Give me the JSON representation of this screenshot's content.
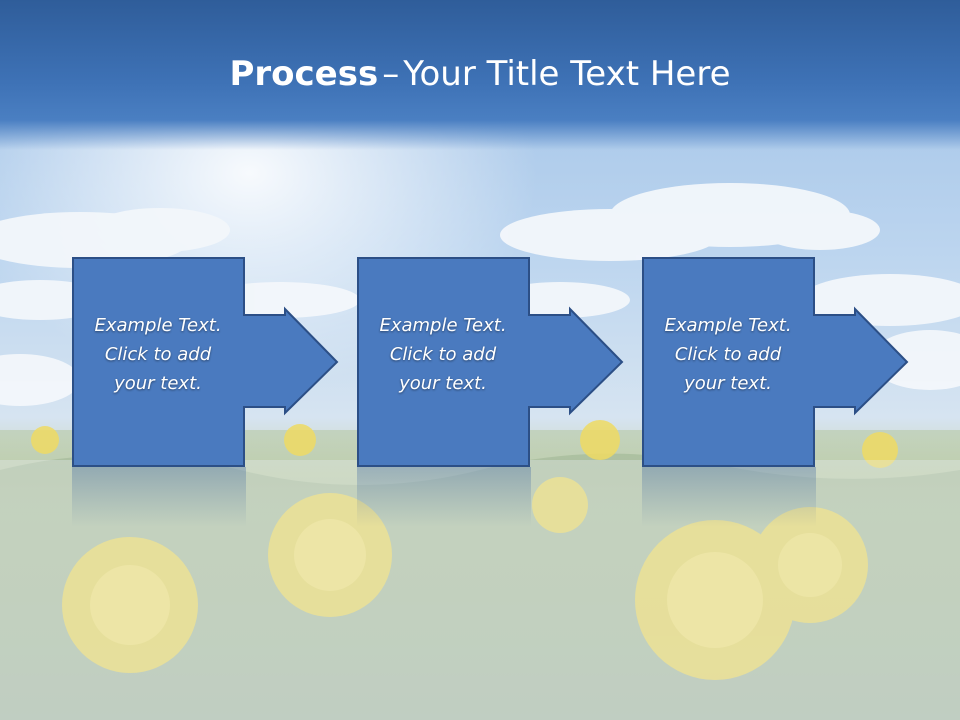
{
  "slide": {
    "title_bold": "Process",
    "title_separator": "–",
    "title_rest": "Your Title Text Here",
    "colors": {
      "title_bar": "#3e72b6",
      "box_fill": "#4a7abf",
      "box_stroke": "#2c4f86",
      "sky_top": "#b9d3ef",
      "meadow": "#c3cf9a",
      "flower": "#f1dc5a"
    },
    "steps": [
      {
        "line1": "Example Text.",
        "line2": "Click  to add",
        "line3": "your text."
      },
      {
        "line1": "Example Text.",
        "line2": "Click  to add",
        "line3": "your text."
      },
      {
        "line1": "Example Text.",
        "line2": "Click  to add",
        "line3": "your text."
      }
    ]
  }
}
